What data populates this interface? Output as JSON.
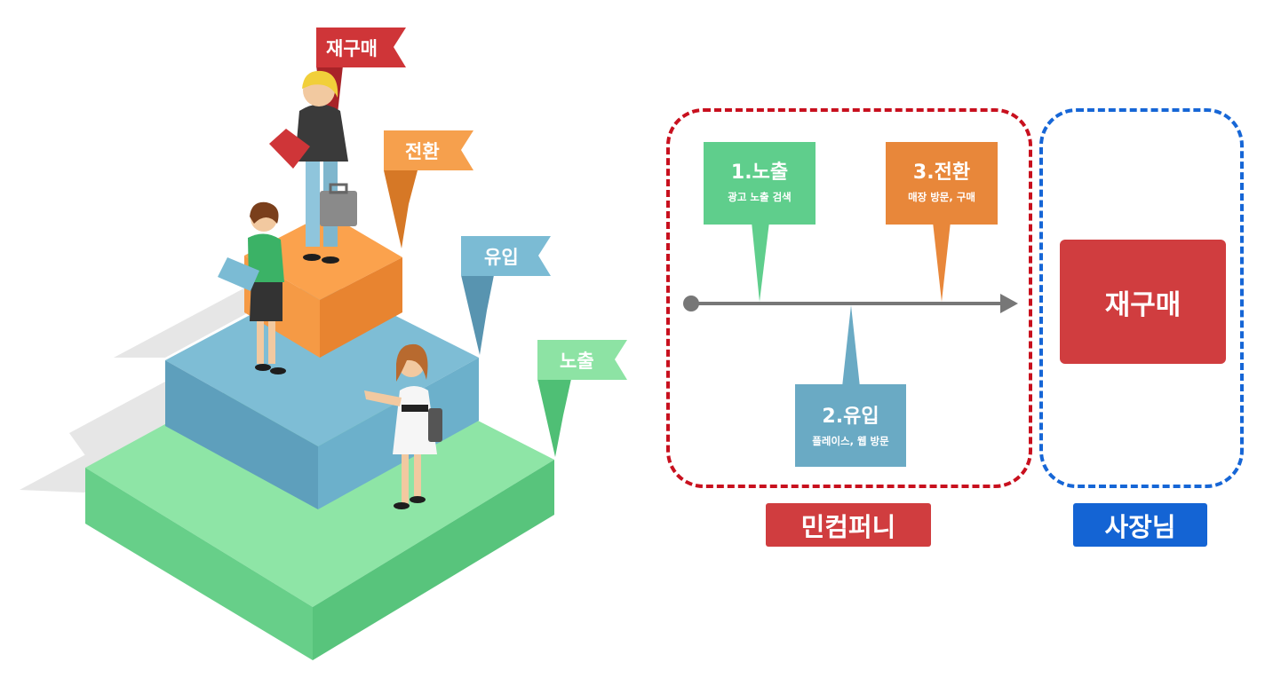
{
  "pyramid": {
    "flags": {
      "repurchase": "재구매",
      "conversion": "전환",
      "inflow": "유입",
      "exposure": "노출"
    },
    "colors": {
      "exposure": "#8de3a4",
      "inflow": "#7bbbd4",
      "conversion": "#f6a04d",
      "repurchase": "#cf3538"
    }
  },
  "timeline": {
    "step1": {
      "title": "1.노출",
      "subtitle": "광고 노출 검색"
    },
    "step2": {
      "title": "2.유입",
      "subtitle": "플레이스, 웹 방문"
    },
    "step3": {
      "title": "3.전환",
      "subtitle": "매장 방문, 구매"
    }
  },
  "repurchase_box": "재구매",
  "labels": {
    "company": "민컴퍼니",
    "owner": "사장님"
  }
}
